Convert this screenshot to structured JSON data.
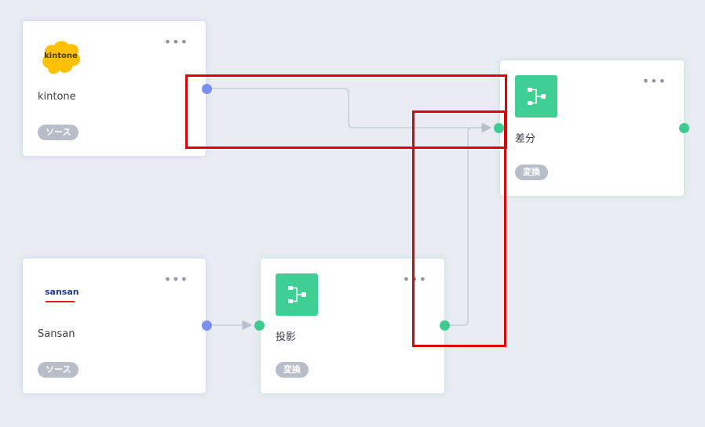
{
  "nodes": {
    "kintone": {
      "logo_text": "kintone",
      "label": "kintone",
      "badge": "ソース",
      "menu": "•••"
    },
    "sansan": {
      "logo_text": "sansan",
      "label": "Sansan",
      "badge": "ソース",
      "menu": "•••"
    },
    "projection": {
      "icon": "flow-transform-icon",
      "label": "投影",
      "badge": "変換",
      "menu": "•••"
    },
    "diff": {
      "icon": "flow-transform-icon",
      "label": "差分",
      "badge": "変換",
      "menu": "•••"
    }
  },
  "colors": {
    "canvas": "#e9ecf2",
    "source_port": "#7a8ff0",
    "transform_port": "#3dcb90",
    "transform_tile": "#3ecf92",
    "edge": "#c2c8d2",
    "highlight": "#e00000",
    "kintone_logo": "#ffc000",
    "sansan_text": "#1f3a93",
    "sansan_underline": "#e02020"
  }
}
